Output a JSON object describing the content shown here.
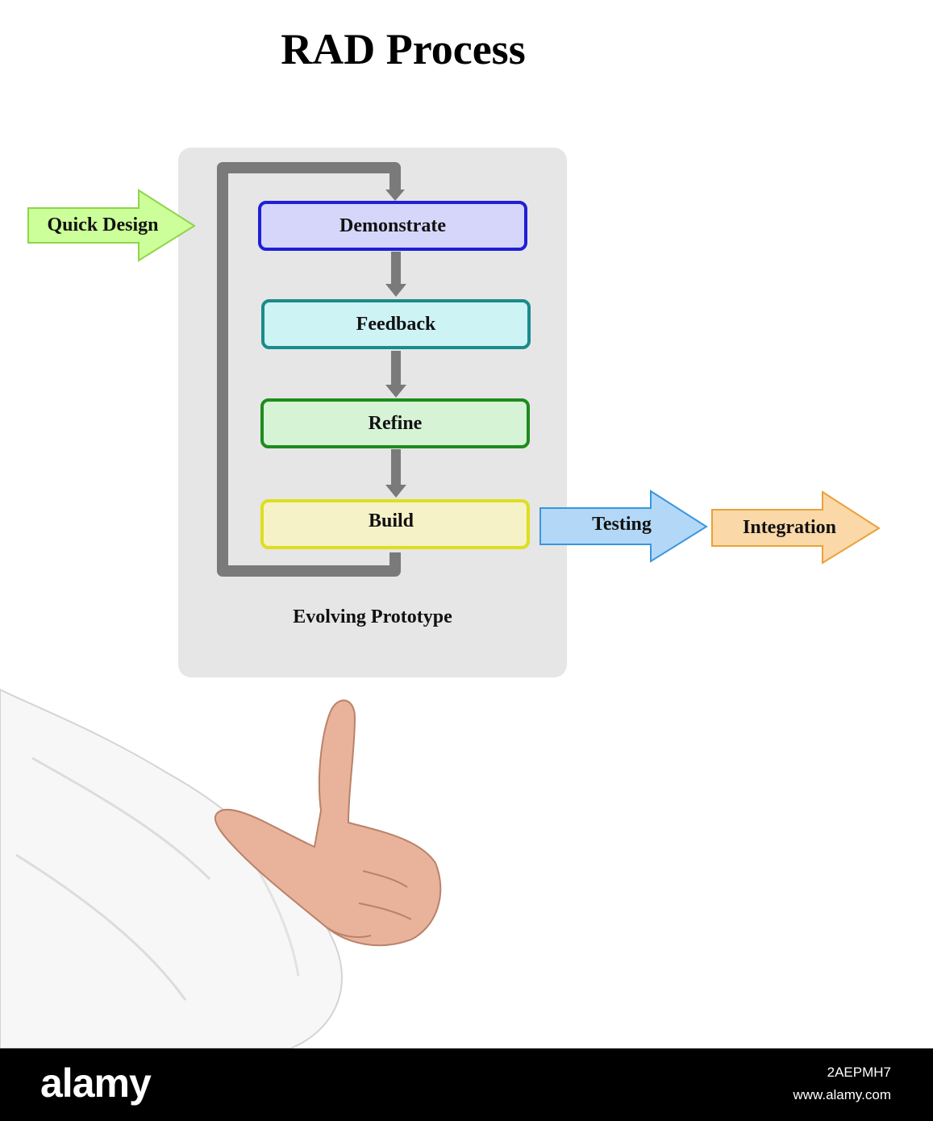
{
  "title": "RAD Process",
  "entry_arrow": {
    "label": "Quick Design",
    "color": "#ccff99",
    "border": "#8fd44a"
  },
  "loop": {
    "caption": "Evolving Prototype",
    "steps": [
      {
        "label": "Demonstrate",
        "fill": "#d6d6fa",
        "border": "#1f1fd6"
      },
      {
        "label": "Feedback",
        "fill": "#cdf3f5",
        "border": "#1a8a8c"
      },
      {
        "label": "Refine",
        "fill": "#d6f3d6",
        "border": "#1d8c1d"
      },
      {
        "label": "Build",
        "fill": "#f5f2c8",
        "border": "#dede1e"
      }
    ]
  },
  "exit_arrows": [
    {
      "label": "Testing",
      "color": "#b3d8f7",
      "border": "#3a96dd"
    },
    {
      "label": "Integration",
      "color": "#fad8a8",
      "border": "#e8a23a"
    }
  ],
  "watermark": {
    "brand": "alamy",
    "image_id": "2AEPMH7",
    "site": "www.alamy.com"
  }
}
